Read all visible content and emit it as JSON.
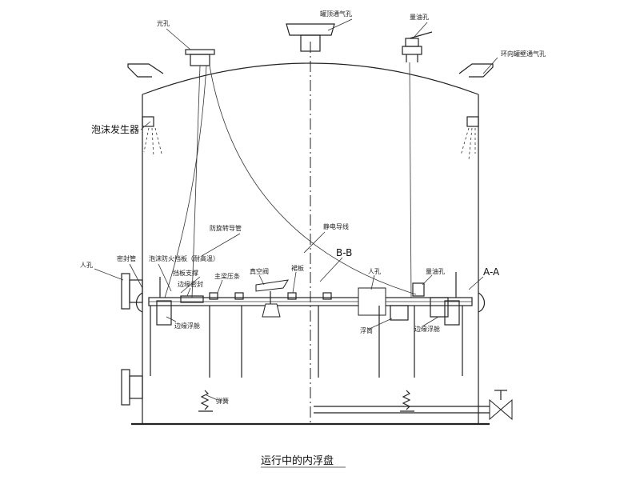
{
  "labels": {
    "light_hole": "光孔",
    "roof_vent": "罐顶通气孔",
    "gauge_hole": "量油孔",
    "annular_vent": "环向罐壁通气孔",
    "foam_generator": "泡沫发生器",
    "anti_rotation_pipe": "防旋转导管",
    "static_wire": "静电导线",
    "bb": "B-B",
    "manhole_shell": "人孔",
    "seal_tube": "密封管",
    "foam_dam": "泡沫防火挡板（耐高温）",
    "baffle_support": "挡板支撑",
    "rim_seal": "边缘密封",
    "girder": "主梁压条",
    "vacuum_valve": "真空阀",
    "skirt": "裙板",
    "manhole_roof": "人孔",
    "gauge_hole_roof": "量油孔",
    "aa": "A-A",
    "edge_pontoon_left": "边缘浮舱",
    "pontoon": "浮筒",
    "edge_pontoon_right": "边缘浮舱",
    "spring": "弹簧",
    "caption": "运行中的内浮盘"
  }
}
